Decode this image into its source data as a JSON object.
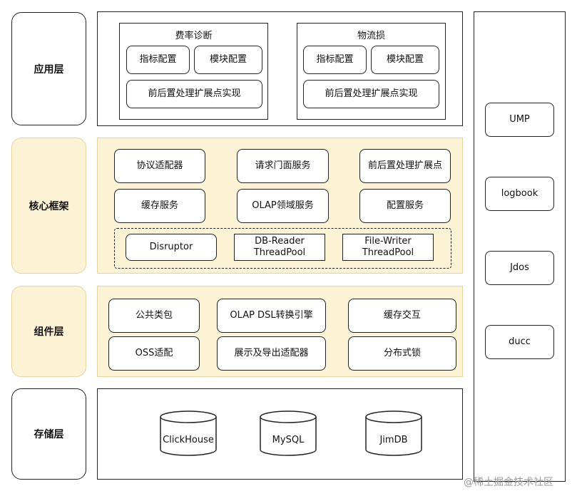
{
  "layers": {
    "app": "应用层",
    "core": "核心框架",
    "component": "组件层",
    "storage": "存储层"
  },
  "app_layer": {
    "group1": {
      "title": "费率诊断",
      "btn1": "指标配置",
      "btn2": "模块配置",
      "wide": "前后置处理扩展点实现"
    },
    "group2": {
      "title": "物流损",
      "btn1": "指标配置",
      "btn2": "模块配置",
      "wide": "前后置处理扩展点实现"
    }
  },
  "core_layer": {
    "row1": [
      "协议适配器",
      "请求门面服务",
      "前后置处理扩展点"
    ],
    "row2": [
      "缓存服务",
      "OLAP领域服务",
      "配置服务"
    ],
    "threads": [
      "Disruptor",
      "DB-Reader\nThreadPool",
      "File-Writer\nThreadPool"
    ]
  },
  "component_layer": {
    "row1": [
      "公共类包",
      "OLAP DSL转换引擎",
      "缓存交互"
    ],
    "row2": [
      "OSS适配",
      "展示及导出适配器",
      "分布式锁"
    ]
  },
  "storage_layer": {
    "dbs": [
      "ClickHouse",
      "MySQL",
      "JimDB"
    ]
  },
  "side_panel": {
    "items": [
      "UMP",
      "logbook",
      "Jdos",
      "ducc"
    ]
  },
  "watermark": "@稀土掘金技术社区",
  "colors": {
    "core_fill": "#fcf2d6",
    "core_border": "#e6d3a0",
    "line": "#222222"
  }
}
